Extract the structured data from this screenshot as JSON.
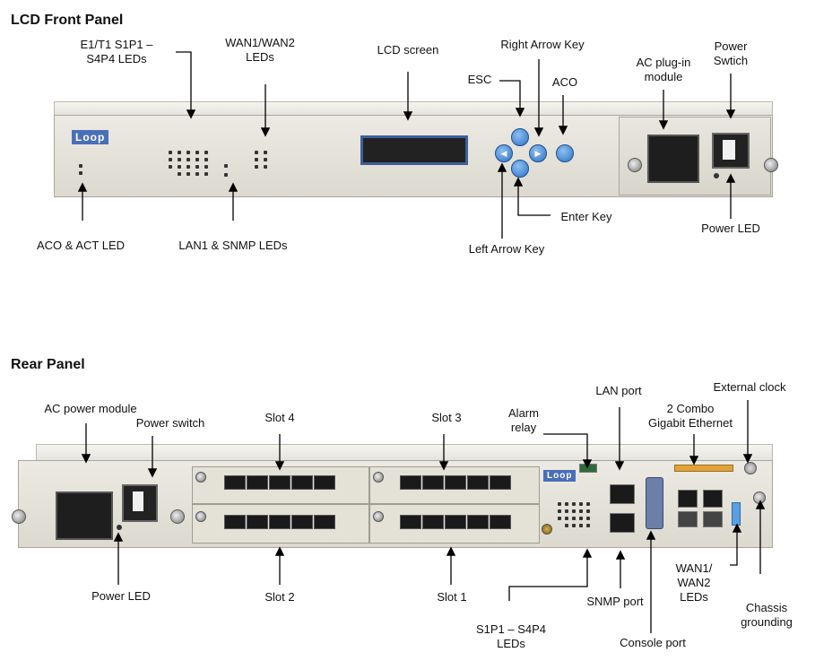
{
  "front": {
    "heading": "LCD Front Panel",
    "labels": {
      "e1t1_leds": [
        "E1/T1 S1P1 –",
        "S4P4 LEDs"
      ],
      "wan_leds": [
        "WAN1/WAN2",
        "LEDs"
      ],
      "lcd_screen": "LCD screen",
      "right_arrow": "Right Arrow Key",
      "esc": "ESC",
      "aco": "ACO",
      "ac_module": [
        "AC plug-in",
        "module"
      ],
      "power_switch": [
        "Power",
        "Swtich"
      ],
      "aco_act_led": "ACO & ACT LED",
      "lan_snmp_leds": "LAN1 & SNMP LEDs",
      "enter_key": "Enter Key",
      "left_arrow": "Left Arrow Key",
      "power_led": "Power LED"
    },
    "device": {
      "logo": "Loop"
    }
  },
  "rear": {
    "heading": "Rear Panel",
    "labels": {
      "ac_power_module": "AC power module",
      "power_switch": "Power switch",
      "slot4": "Slot 4",
      "slot3": "Slot 3",
      "alarm_relay": [
        "Alarm",
        "relay"
      ],
      "lan_port": "LAN port",
      "combo_ge": [
        "2 Combo",
        "Gigabit Ethernet"
      ],
      "external_clock": "External clock",
      "power_led": "Power LED",
      "slot2": "Slot 2",
      "slot1": "Slot 1",
      "snmp_port": "SNMP port",
      "wan_leds": [
        "WAN1/",
        "WAN2",
        "LEDs"
      ],
      "chassis_grounding": [
        "Chassis",
        "grounding"
      ],
      "s1p1_leds": [
        "S1P1 – S4P4",
        "LEDs"
      ],
      "console_port": "Console port"
    },
    "device": {
      "logo": "Loop"
    }
  }
}
